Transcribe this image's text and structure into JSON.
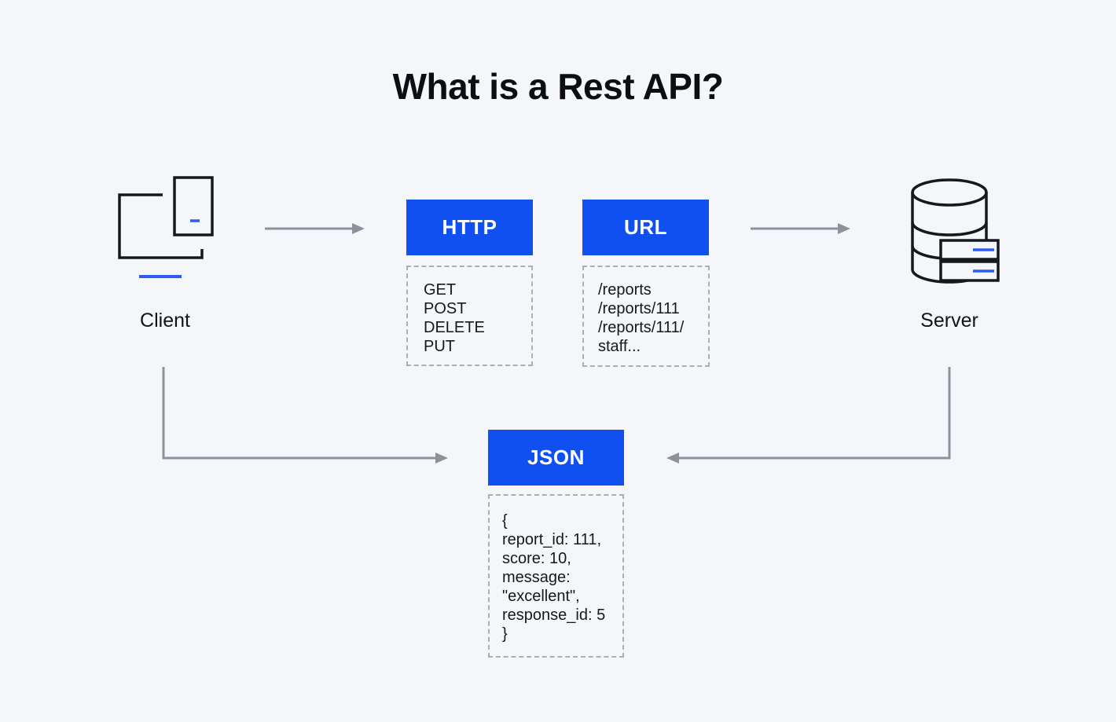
{
  "title": "What is a Rest API?",
  "colors": {
    "background": "#f5f6fa",
    "accent": "#1150f0",
    "accent-line": "#2b5cf5",
    "box-text": "#ffffff",
    "arrow": "#8d9199",
    "dashed-border": "#a9aeb8",
    "text": "#15181d"
  },
  "nodes": {
    "client": {
      "label": "Client"
    },
    "server": {
      "label": "Server"
    },
    "http": {
      "label": "HTTP",
      "methods": [
        "GET",
        "POST",
        "DELETE",
        "PUT"
      ]
    },
    "url": {
      "label": "URL",
      "paths": [
        "/reports",
        "/reports/111",
        "/reports/111/",
        "staff..."
      ]
    },
    "json": {
      "label": "JSON",
      "payload": [
        "{",
        "report_id: 111,",
        "score: 10,",
        "message:",
        "\"excellent\",",
        "response_id: 5",
        "}"
      ]
    }
  }
}
